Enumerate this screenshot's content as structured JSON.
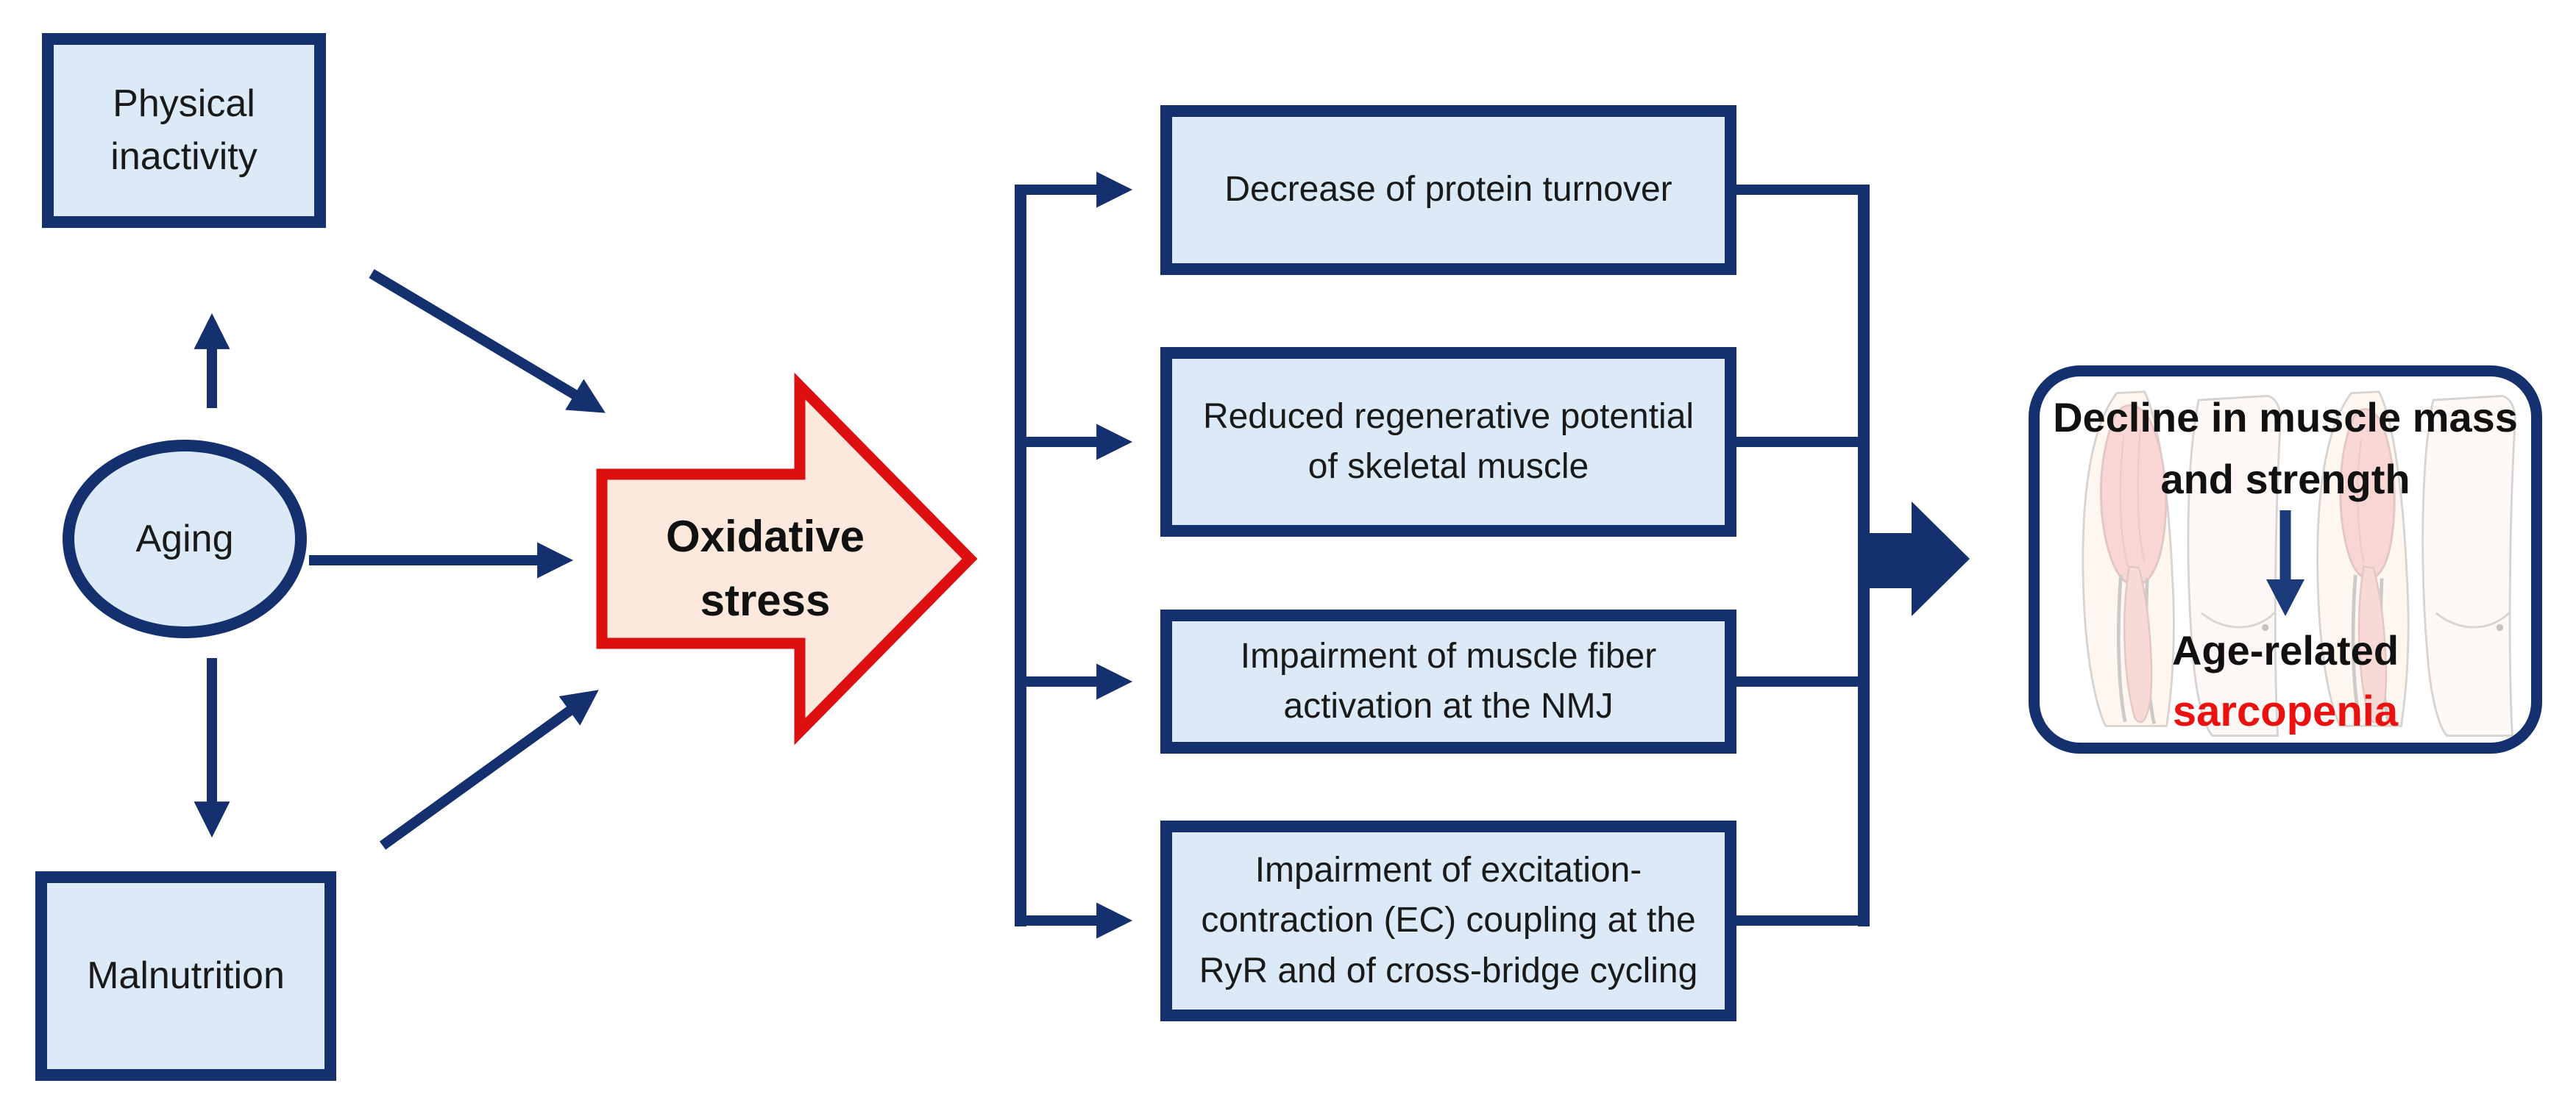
{
  "nodes": {
    "physical_inactivity": {
      "label": "Physical inactivity"
    },
    "aging": {
      "label": "Aging"
    },
    "malnutrition": {
      "label": "Malnutrition"
    },
    "oxidative_stress": {
      "label": "Oxidative stress"
    }
  },
  "effects": {
    "items": [
      {
        "label": "Decrease of protein turnover"
      },
      {
        "label": "Reduced regenerative potential of skeletal muscle"
      },
      {
        "label": "Impairment of muscle fiber activation at the NMJ"
      },
      {
        "label": "Impairment of excitation-contraction (EC) coupling at the RyR and of cross-bridge cycling"
      }
    ]
  },
  "outcome": {
    "heading": "Decline in muscle mass and strength",
    "subheading": "Age-related",
    "emphasis": "sarcopenia"
  },
  "icons": {
    "up-arrow-icon": "▲",
    "down-arrow-icon": "▼",
    "right-arrow-icon": "►",
    "diagonal-arrow-icon": "➘",
    "block-right-arrow-icon": "⇨"
  },
  "colors": {
    "navy": "#14306e",
    "box_fill": "#dce9f6",
    "red_outline": "#dd0f10",
    "red_arrow_fill": "#fce8dd",
    "emphasis_red": "#ec1111",
    "text_black": "#1a1a1a"
  }
}
